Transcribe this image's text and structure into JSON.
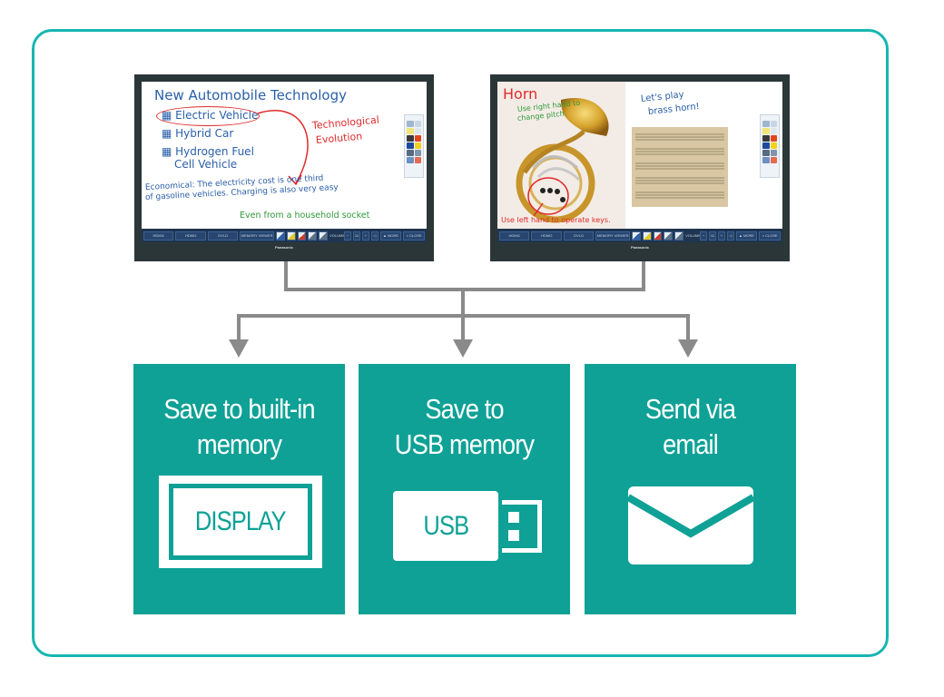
{
  "colors": {
    "frame_border": "#17b6b2",
    "card_fill": "#0fa196",
    "connector": "#8a8a8a",
    "bezel": "#2b3638",
    "ink_blue": "#2a5fa8",
    "ink_red": "#e02a2a",
    "ink_green": "#2e9a3a"
  },
  "monitors": [
    {
      "id": "left",
      "content": {
        "title": "New Automobile Technology",
        "bullets": [
          "Electric Vehicle",
          "Hybrid Car",
          "Hydrogen Fuel",
          "Cell Vehicle"
        ],
        "annotation_red": [
          "Technological",
          "Evolution"
        ],
        "note_blue": [
          "Economical: The electricity cost is one third",
          "of gasoline vehicles. Charging is also very easy"
        ],
        "note_green": "Even from a household socket"
      }
    },
    {
      "id": "right",
      "content": {
        "title": "Horn",
        "note_green": [
          "Use right hand to",
          "change pitch."
        ],
        "note_red": "Use left hand to operate keys.",
        "note_blue": [
          "Let's play",
          "brass horn!"
        ]
      }
    }
  ],
  "toolbar": {
    "buttons": [
      "HDMI1",
      "HDMI2",
      "DVI-D",
      "MEMORY VIEWER"
    ],
    "volume_label": "VOLUME",
    "volume_value": "11",
    "more_label": "▲ MORE",
    "close_label": "× CLOSE"
  },
  "brand": "Panasonic",
  "options": [
    {
      "title": [
        "Save to built-in",
        "memory"
      ],
      "icon": "display-icon",
      "icon_label": "DISPLAY"
    },
    {
      "title": [
        "Save to",
        "USB memory"
      ],
      "icon": "usb-drive-icon",
      "icon_label": "USB"
    },
    {
      "title": [
        "Send via",
        "email"
      ],
      "icon": "envelope-icon",
      "icon_label": ""
    }
  ]
}
